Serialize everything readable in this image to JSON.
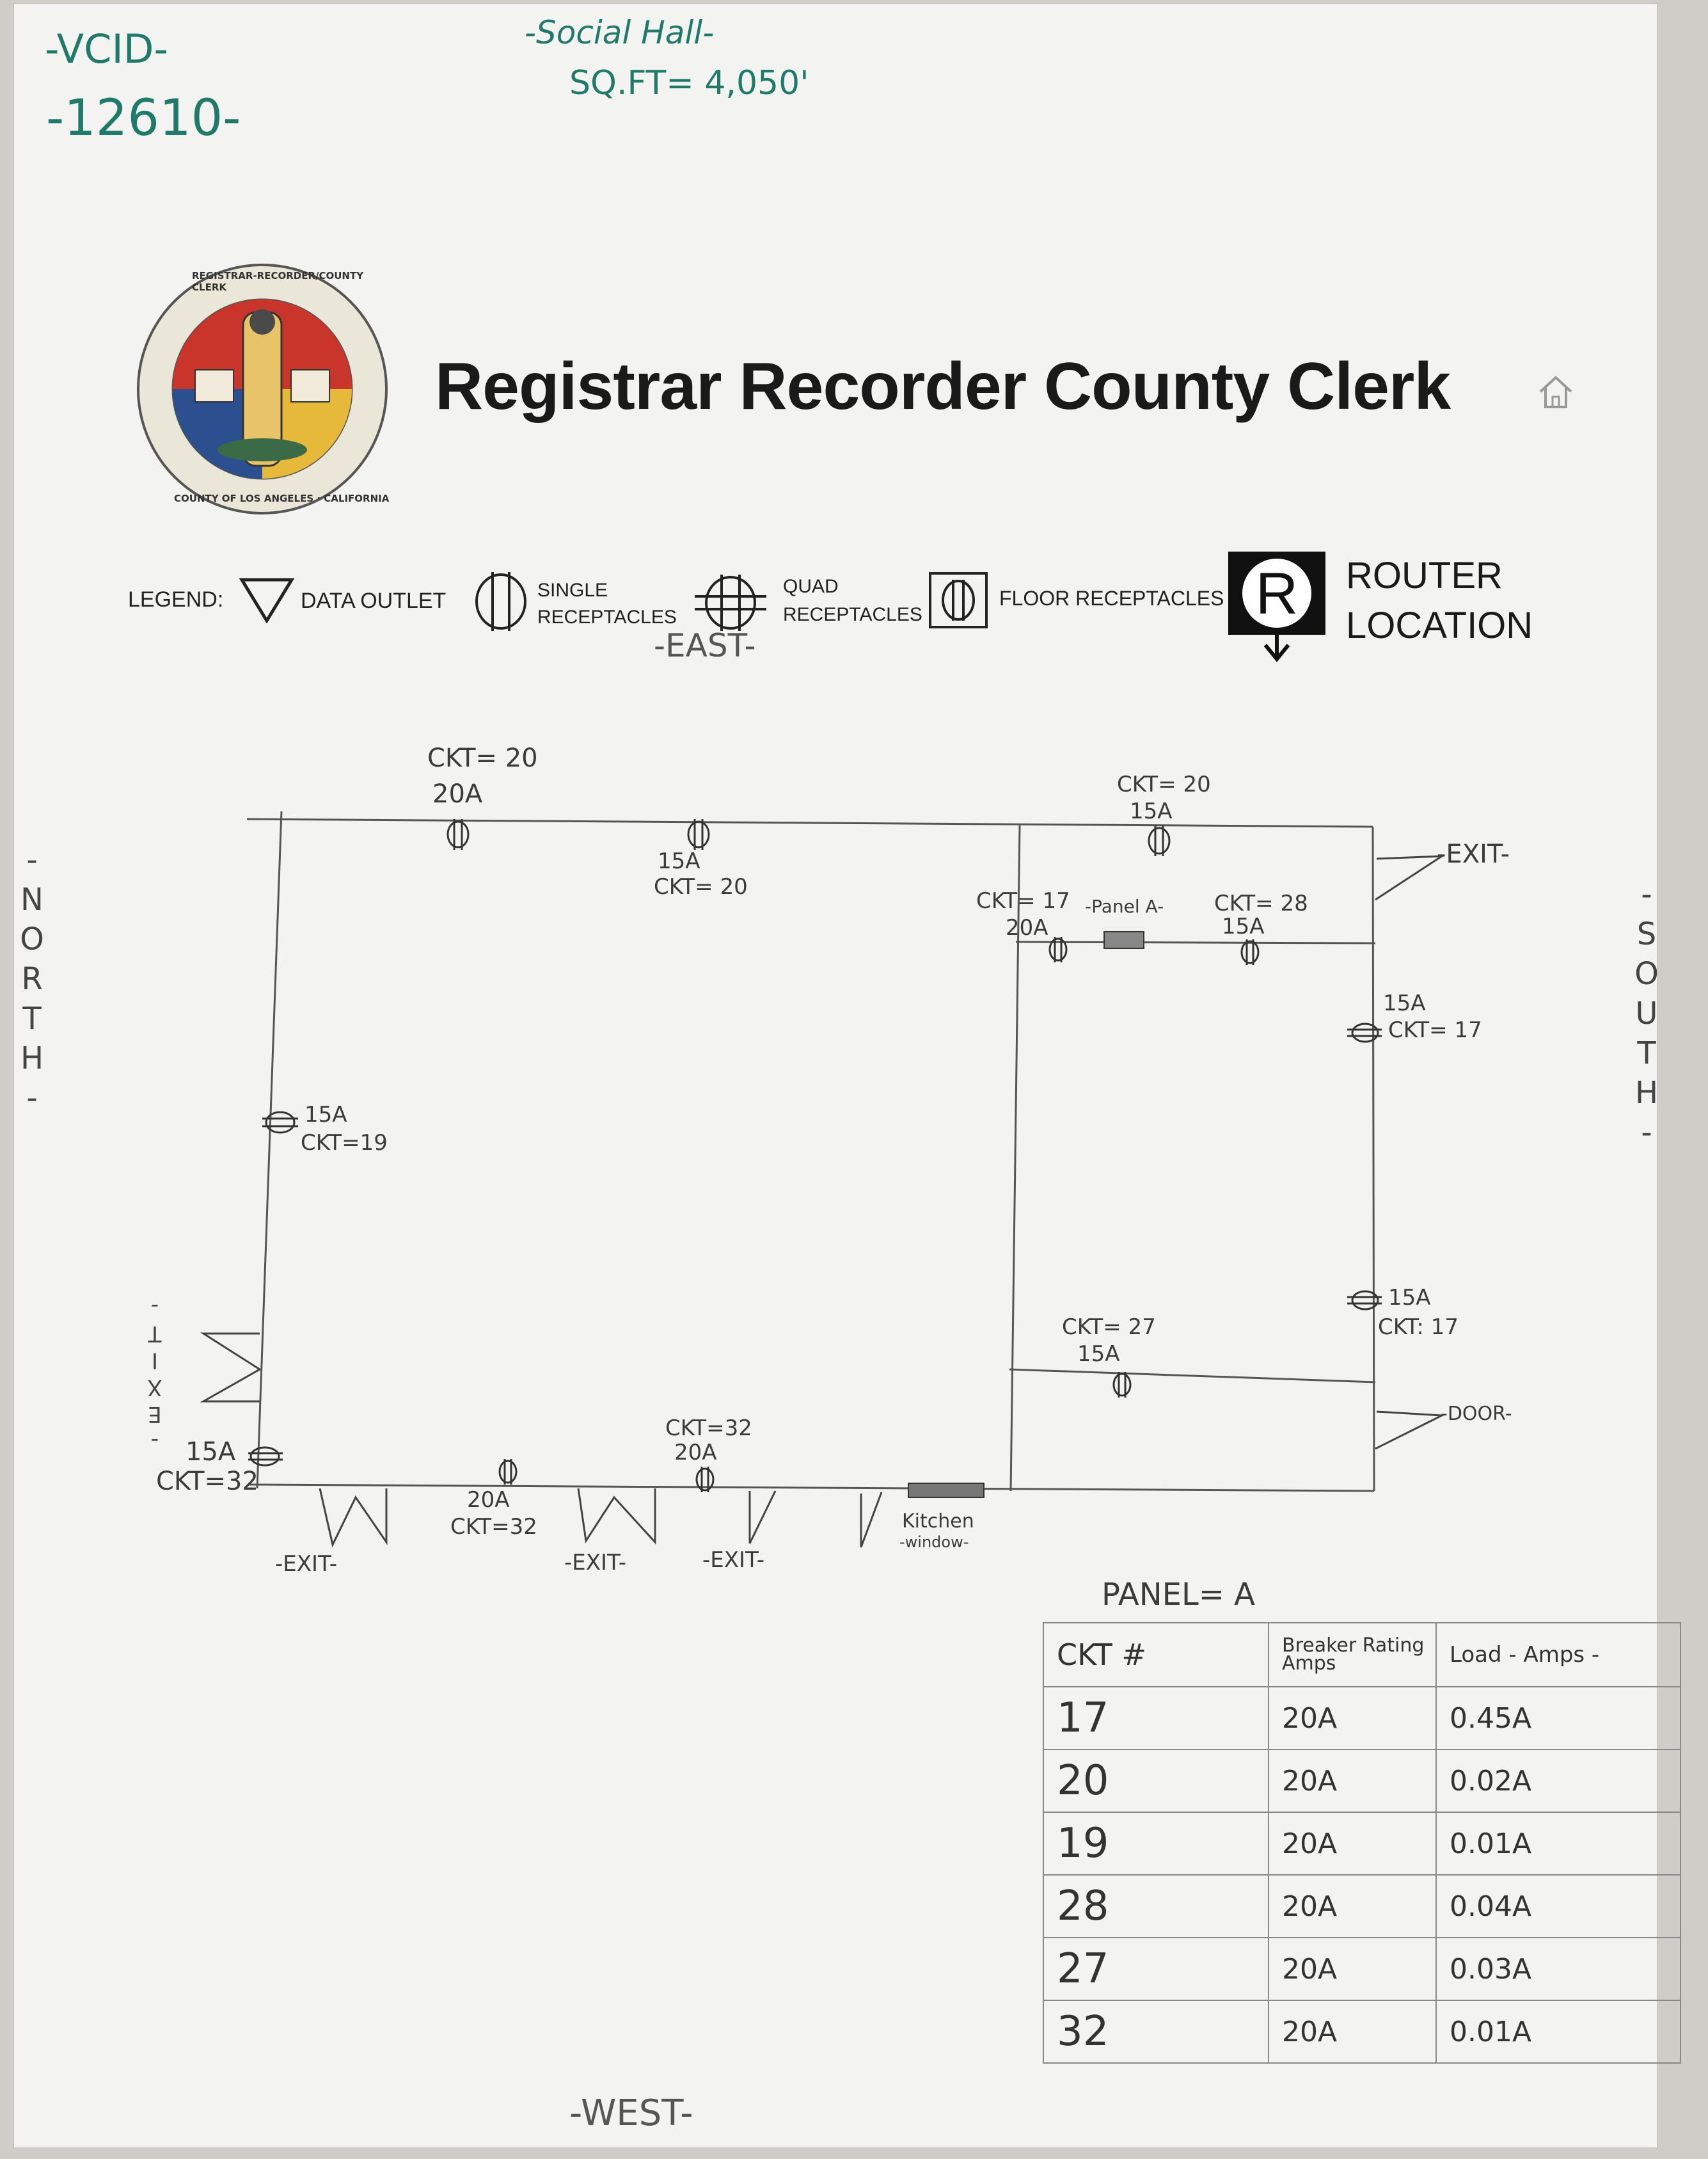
{
  "header": {
    "vcid_label": "-VCID-",
    "vcid_number": "-12610-",
    "social_hall": "-Social Hall-",
    "sq_ft": "SQ.FT= 4,050'",
    "title": "Registrar Recorder County Clerk",
    "seal_text_top": "REGISTRAR-RECORDER/COUNTY CLERK",
    "seal_text_bottom": "COUNTY OF LOS ANGELES · CALIFORNIA"
  },
  "legend": {
    "label": "LEGEND:",
    "data_outlet": "DATA OUTLET",
    "single_receptacles_1": "SINGLE",
    "single_receptacles_2": "RECEPTACLES",
    "quad_receptacles_1": "QUAD",
    "quad_receptacles_2": "RECEPTACLES",
    "floor_receptacles": "FLOOR RECEPTACLES",
    "router_location_1": "ROUTER",
    "router_location_2": "LOCATION",
    "router_letter": "R"
  },
  "directions": {
    "east": "-EAST-",
    "west": "-WEST-",
    "north": "-NORTH-",
    "south": "-SOUTH-"
  },
  "floorplan": {
    "labels": {
      "top_left_ckt": "CKT= 20",
      "top_left_amp": "20A",
      "top_mid_amp": "15A",
      "top_mid_ckt": "CKT= 20",
      "top_right_ckt": "CKT= 20",
      "top_right_amp": "15A",
      "exit_top_right": "-EXIT-",
      "panel_ckt": "CKT= 17",
      "panel_amp": "20A",
      "panel_label": "-Panel A-",
      "ckt28_ckt": "CKT= 28",
      "ckt28_amp": "15A",
      "right_amp_1": "15A",
      "right_ckt_1": "CKT= 17",
      "left_amp": "15A",
      "left_ckt": "CKT=19",
      "right_amp_2": "15A",
      "right_ckt_2": "CKT: 17",
      "ckt27_ckt": "CKT= 27",
      "ckt27_amp": "15A",
      "door": "-DOOR-",
      "exit_north": "-EXIT-",
      "bl_amp": "15A",
      "bl_ckt": "CKT=32",
      "bm_amp": "20A",
      "bm_ckt": "CKT=32",
      "bm2_ckt": "CKT=32",
      "bm2_amp": "20A",
      "exit_1": "-EXIT-",
      "exit_2": "-EXIT-",
      "exit_3": "-EXIT-",
      "kitchen_1": "Kitchen",
      "kitchen_2": "-window-"
    }
  },
  "panel": {
    "title": "PANEL= A",
    "headers": [
      "CKT #",
      "Breaker Rating Amps",
      "Load - Amps -"
    ],
    "rows": [
      {
        "ckt": "17",
        "breaker": "20A",
        "load": "0.45A"
      },
      {
        "ckt": "20",
        "breaker": "20A",
        "load": "0.02A"
      },
      {
        "ckt": "19",
        "breaker": "20A",
        "load": "0.01A"
      },
      {
        "ckt": "28",
        "breaker": "20A",
        "load": "0.04A"
      },
      {
        "ckt": "27",
        "breaker": "20A",
        "load": "0.03A"
      },
      {
        "ckt": "32",
        "breaker": "20A",
        "load": "0.01A"
      }
    ]
  },
  "colors": {
    "ink_green": "#1f7a6a",
    "pencil": "#3b3b3b",
    "paper": "#f3f3f1"
  }
}
